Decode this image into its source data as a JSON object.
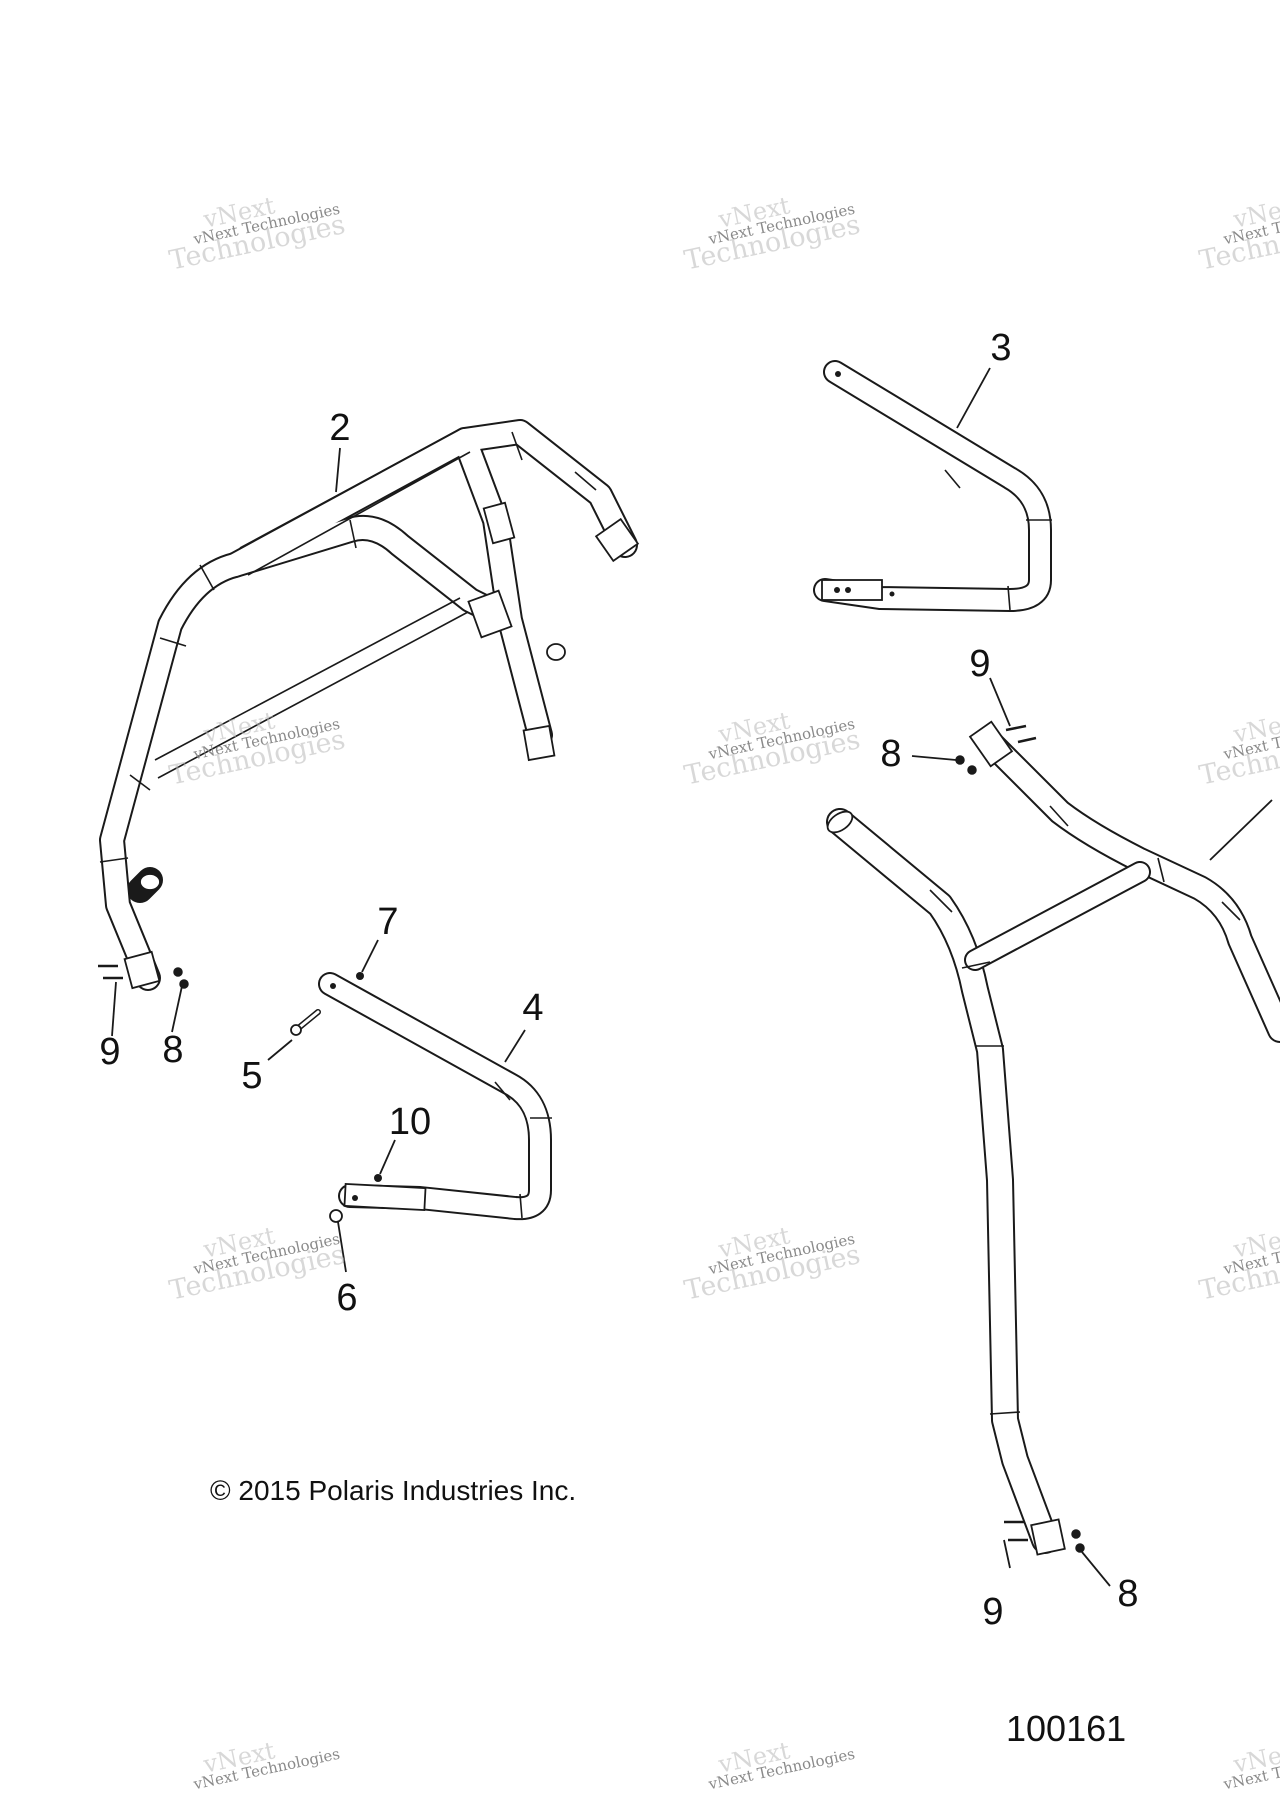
{
  "callouts": {
    "c2": "2",
    "c3": "3",
    "c4": "4",
    "c5": "5",
    "c6": "6",
    "c7": "7",
    "c8a": "8",
    "c8b": "8",
    "c8c": "8",
    "c9a": "9",
    "c9b": "9",
    "c9c": "9",
    "c10": "10"
  },
  "copyright": "© 2015 Polaris Industries Inc.",
  "figure_number": "100161",
  "watermark": {
    "line1": "vNext",
    "line2": "vNext Technologies",
    "line3": "Technologies"
  }
}
